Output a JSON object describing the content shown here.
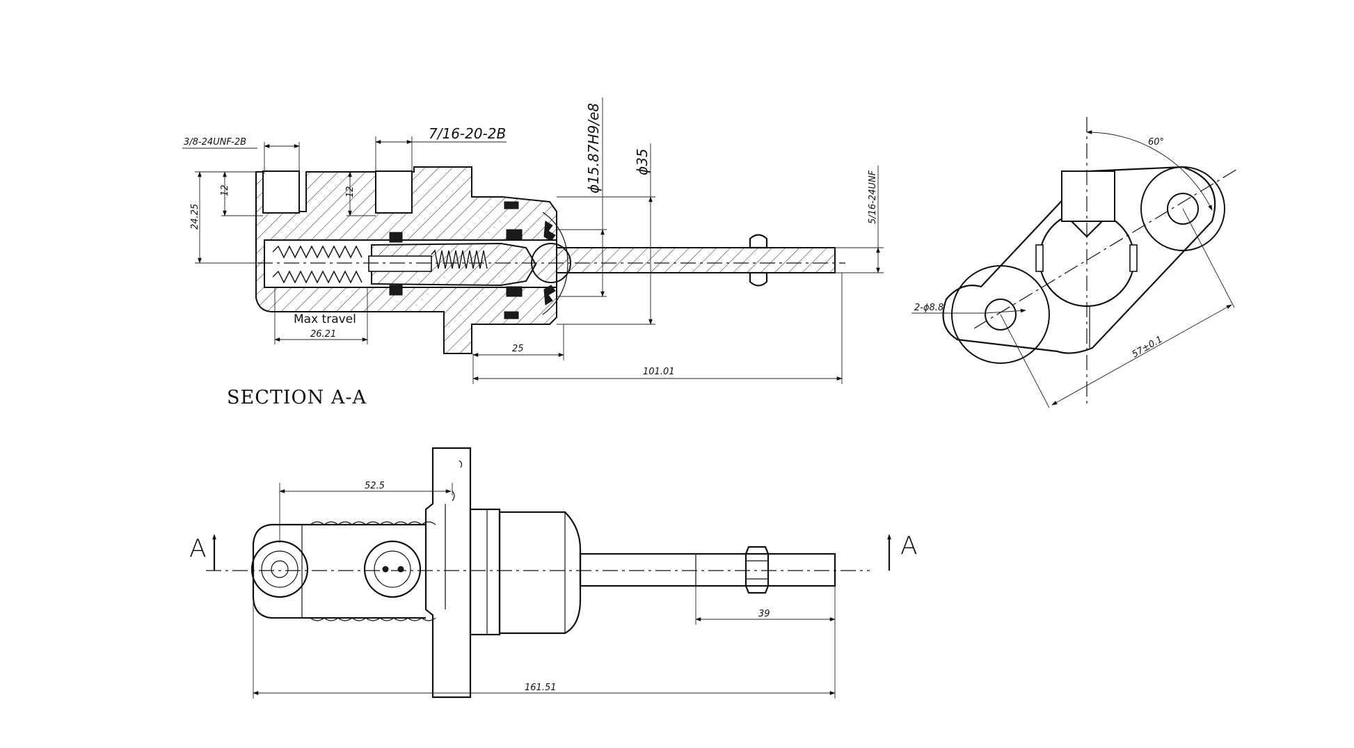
{
  "section": {
    "title": "SECTION A-A",
    "max_travel": "Max travel",
    "threads": {
      "inlet_port": "3/8-24UNF-2B",
      "outlet_port": "7/16-20-2B",
      "rod_thread": "5/16-24UNF"
    },
    "dims": {
      "port_depth_left": "12",
      "port_depth_mid": "12",
      "port_height": "24.25",
      "travel": "26.21",
      "bore_fit": "ϕ15.87H9/e8",
      "outer_dia": "ϕ35",
      "body_len": "25",
      "rod_len": "101.01"
    }
  },
  "end_view": {
    "angle": "60°",
    "holes": "2-ϕ8.8",
    "hole_spacing": "57±0.1"
  },
  "plan_view": {
    "section_mark_left": "A",
    "section_mark_right": "A",
    "dims": {
      "port_spacing": "52.5",
      "thread_len": "39",
      "overall": "161.51"
    }
  }
}
